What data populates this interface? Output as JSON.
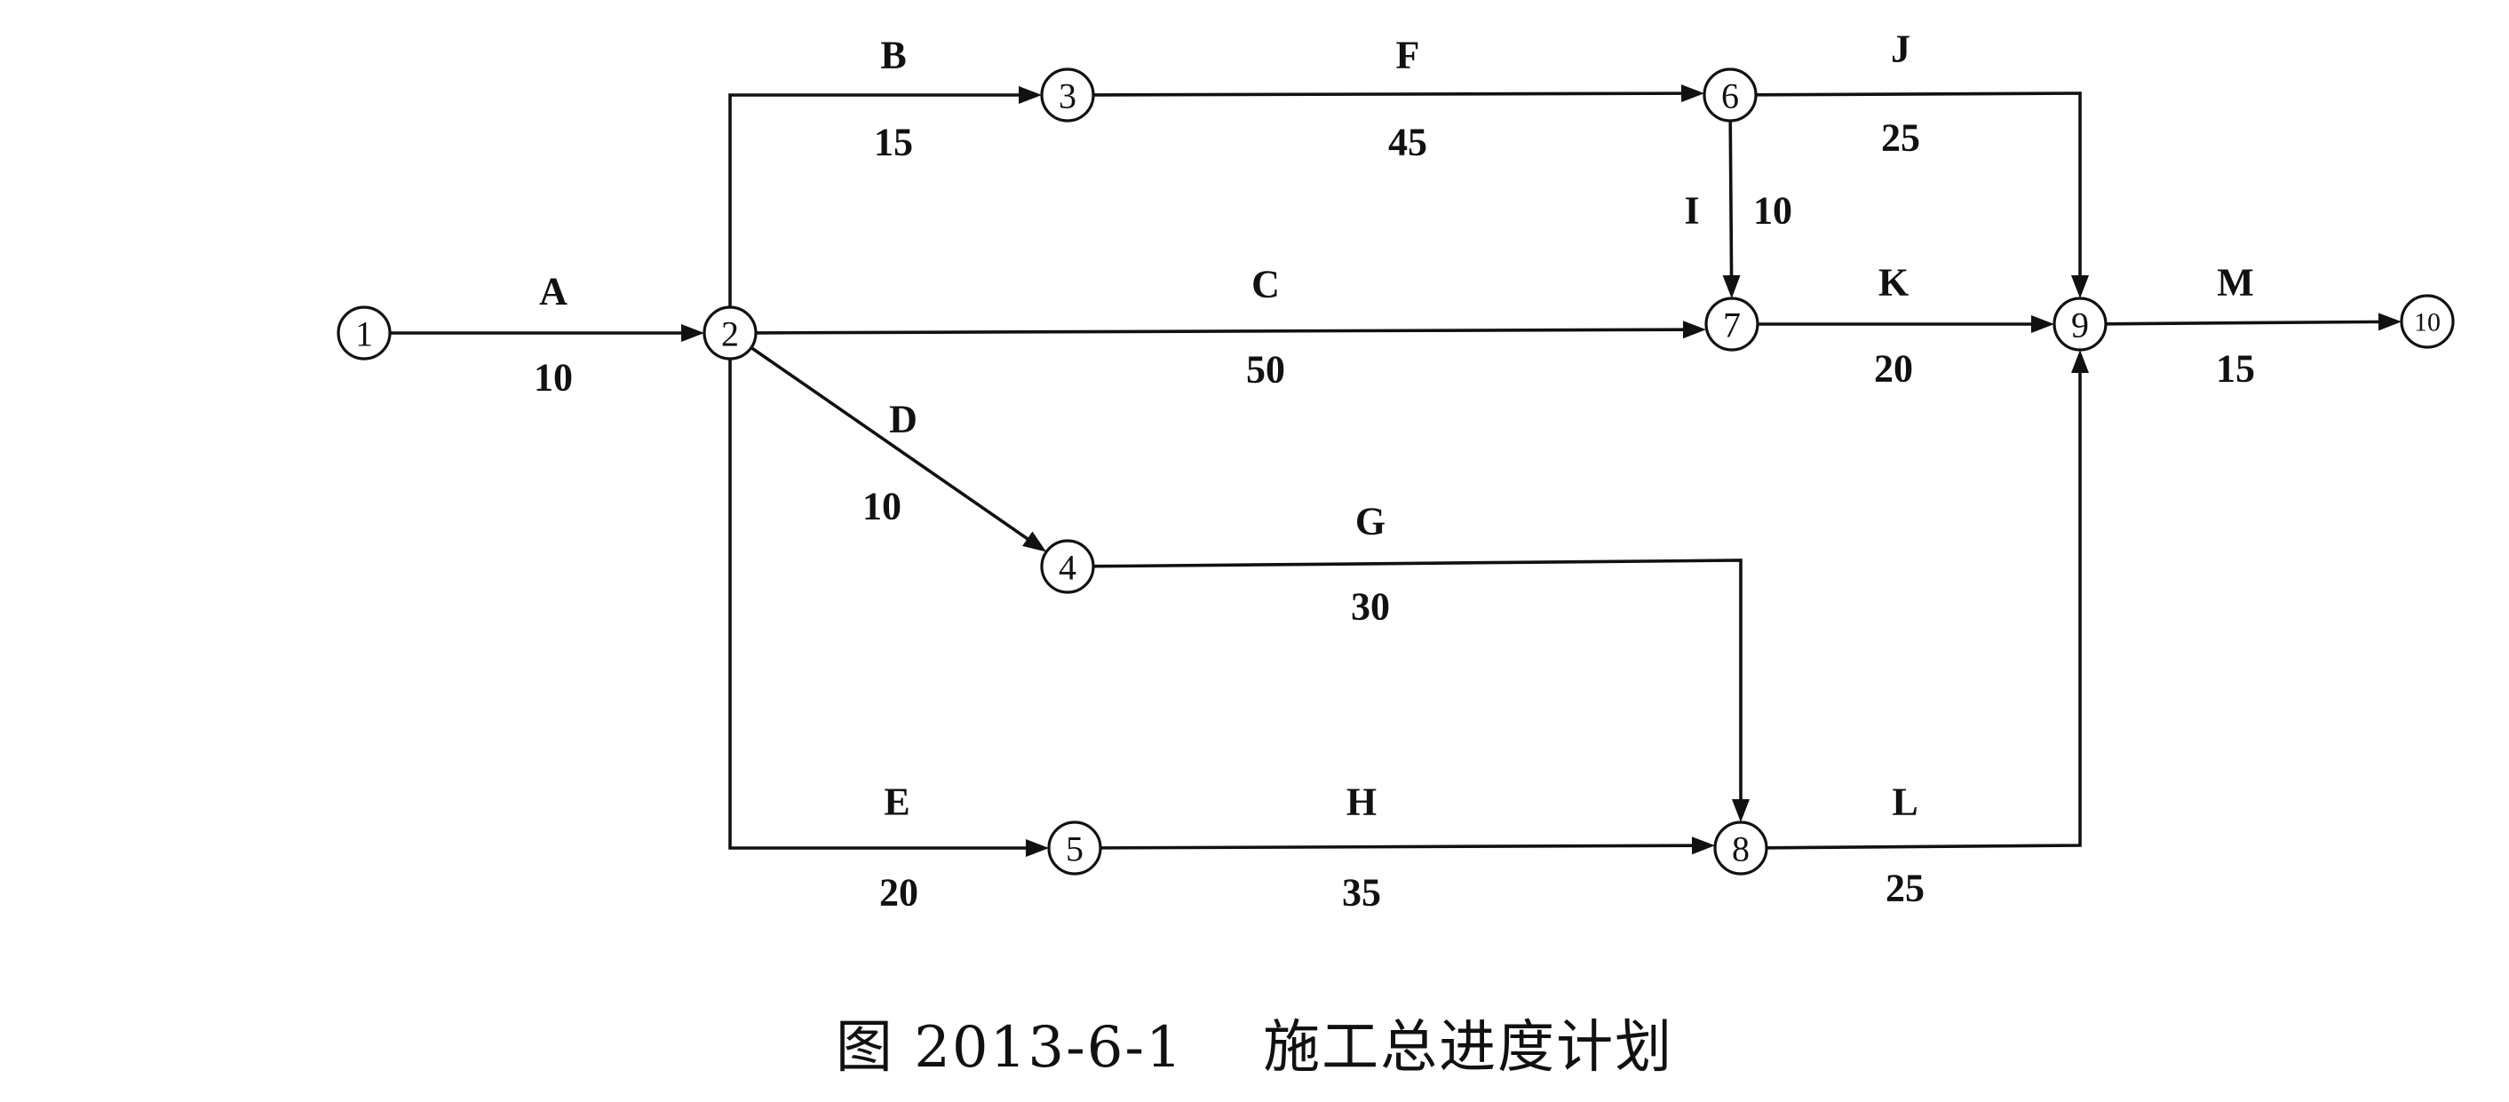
{
  "caption": "图 2013-6-1    施工总进度计划",
  "nodes": [
    {
      "id": "n1",
      "label": "1"
    },
    {
      "id": "n2",
      "label": "2"
    },
    {
      "id": "n3",
      "label": "3"
    },
    {
      "id": "n4",
      "label": "4"
    },
    {
      "id": "n5",
      "label": "5"
    },
    {
      "id": "n6",
      "label": "6"
    },
    {
      "id": "n7",
      "label": "7"
    },
    {
      "id": "n8",
      "label": "8"
    },
    {
      "id": "n9",
      "label": "9"
    },
    {
      "id": "n10",
      "label": "10"
    }
  ],
  "activities": [
    {
      "name": "A",
      "duration": "10",
      "from": "1",
      "to": "2"
    },
    {
      "name": "B",
      "duration": "15",
      "from": "2",
      "to": "3"
    },
    {
      "name": "C",
      "duration": "50",
      "from": "2",
      "to": "7"
    },
    {
      "name": "D",
      "duration": "10",
      "from": "2",
      "to": "4"
    },
    {
      "name": "E",
      "duration": "20",
      "from": "2",
      "to": "5"
    },
    {
      "name": "F",
      "duration": "45",
      "from": "3",
      "to": "6"
    },
    {
      "name": "G",
      "duration": "30",
      "from": "4",
      "to": "8"
    },
    {
      "name": "H",
      "duration": "35",
      "from": "5",
      "to": "8"
    },
    {
      "name": "I",
      "duration": "10",
      "from": "6",
      "to": "7"
    },
    {
      "name": "J",
      "duration": "25",
      "from": "6",
      "to": "9"
    },
    {
      "name": "K",
      "duration": "20",
      "from": "7",
      "to": "9"
    },
    {
      "name": "L",
      "duration": "25",
      "from": "8",
      "to": "9"
    },
    {
      "name": "M",
      "duration": "15",
      "from": "9",
      "to": "10"
    }
  ]
}
